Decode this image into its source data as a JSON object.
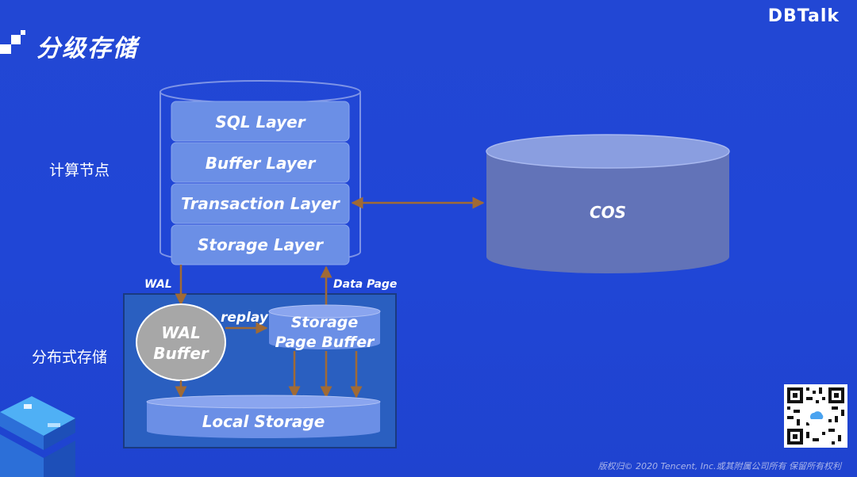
{
  "page": {
    "title": "分级存储",
    "logo": "DBTalk",
    "copyright": "版权归© 2020 Tencent, Inc.或其附属公司所有 保留所有权利"
  },
  "labels": {
    "compute_node": "计算节点",
    "distributed_storage": "分布式存储"
  },
  "compute_layers": [
    "SQL Layer",
    "Buffer Layer",
    "Transaction Layer",
    "Storage Layer"
  ],
  "cos": "COS",
  "storage": {
    "wal_buffer": [
      "WAL",
      "Buffer"
    ],
    "page_buffer": [
      "Storage",
      "Page Buffer"
    ],
    "local_storage": "Local Storage"
  },
  "arrows": {
    "wal": "WAL",
    "data_page": "Data Page",
    "replay": "replay"
  },
  "colors": {
    "background": "#2046d6",
    "layer_fill": "#6b8fe6",
    "cos_fill": "#6273b8",
    "arrow": "#a06a35",
    "wal_circle": "#a7a7a7"
  }
}
